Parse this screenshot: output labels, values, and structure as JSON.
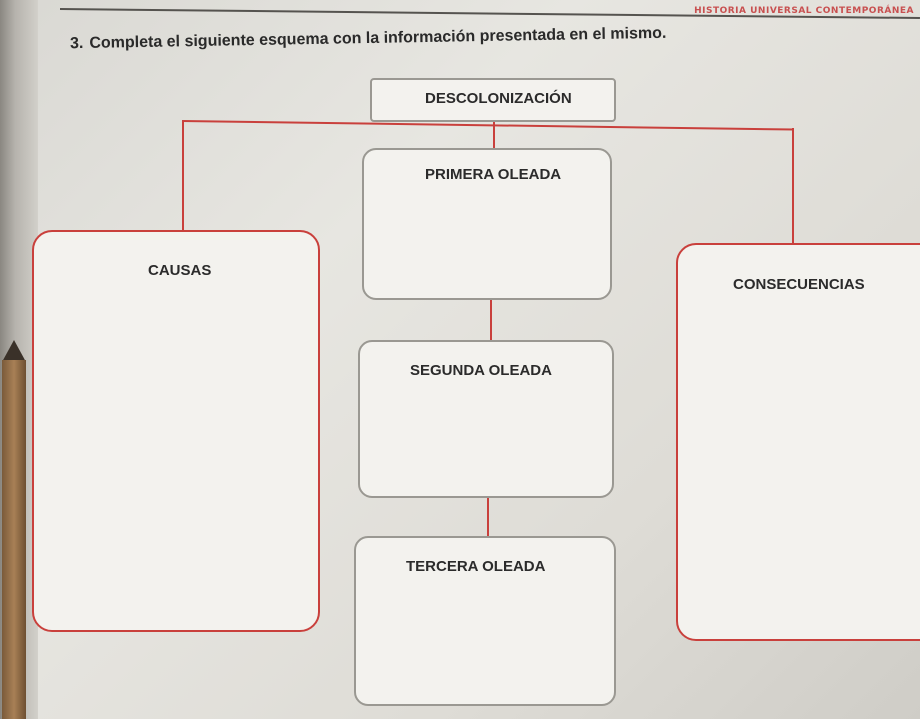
{
  "running_header": "HISTORIA UNIVERSAL CONTEMPORÁNEA",
  "question": {
    "number": "3.",
    "text": "Completa el siguiente esquema con la información presentada en el mismo."
  },
  "diagram": {
    "root": "DESCOLONIZACIÓN",
    "left": "CAUSAS",
    "right": "CONSECUENCIAS",
    "waves": [
      "PRIMERA OLEADA",
      "SEGUNDA OLEADA",
      "TERCERA OLEADA"
    ]
  }
}
